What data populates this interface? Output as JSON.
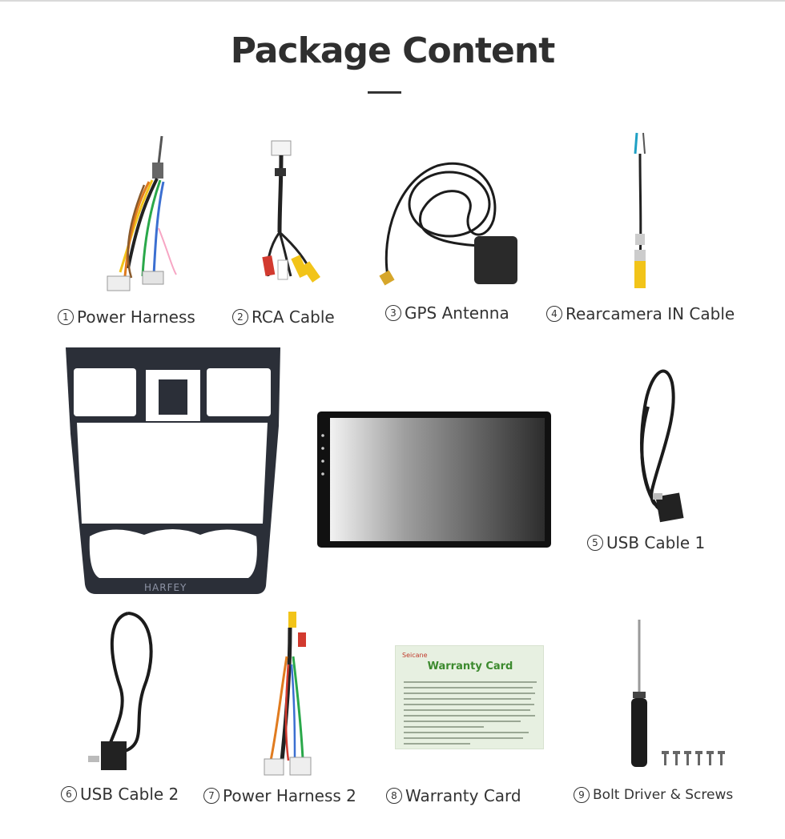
{
  "page": {
    "title": "Package Content",
    "watermark": "HARFEY"
  },
  "items": [
    {
      "num": "1",
      "label": "Power Harness"
    },
    {
      "num": "2",
      "label": "RCA Cable"
    },
    {
      "num": "3",
      "label": "GPS Antenna"
    },
    {
      "num": "4",
      "label": "Rearcamera IN Cable"
    },
    {
      "num": "5",
      "label": "USB Cable 1"
    },
    {
      "num": "6",
      "label": "USB Cable 2"
    },
    {
      "num": "7",
      "label": "Power Harness 2"
    },
    {
      "num": "8",
      "label": "Warranty Card"
    },
    {
      "num": "9",
      "label": "Bolt Driver & Screws"
    }
  ],
  "warranty_card": {
    "brand": "Seicane",
    "title": "Warranty Card"
  },
  "colors": {
    "title": "#2f2f2f",
    "card_bg": "#e7f0e1",
    "card_title": "#3c8a2e",
    "rca_yellow": "#f2c419",
    "rca_red": "#d23a2f"
  }
}
